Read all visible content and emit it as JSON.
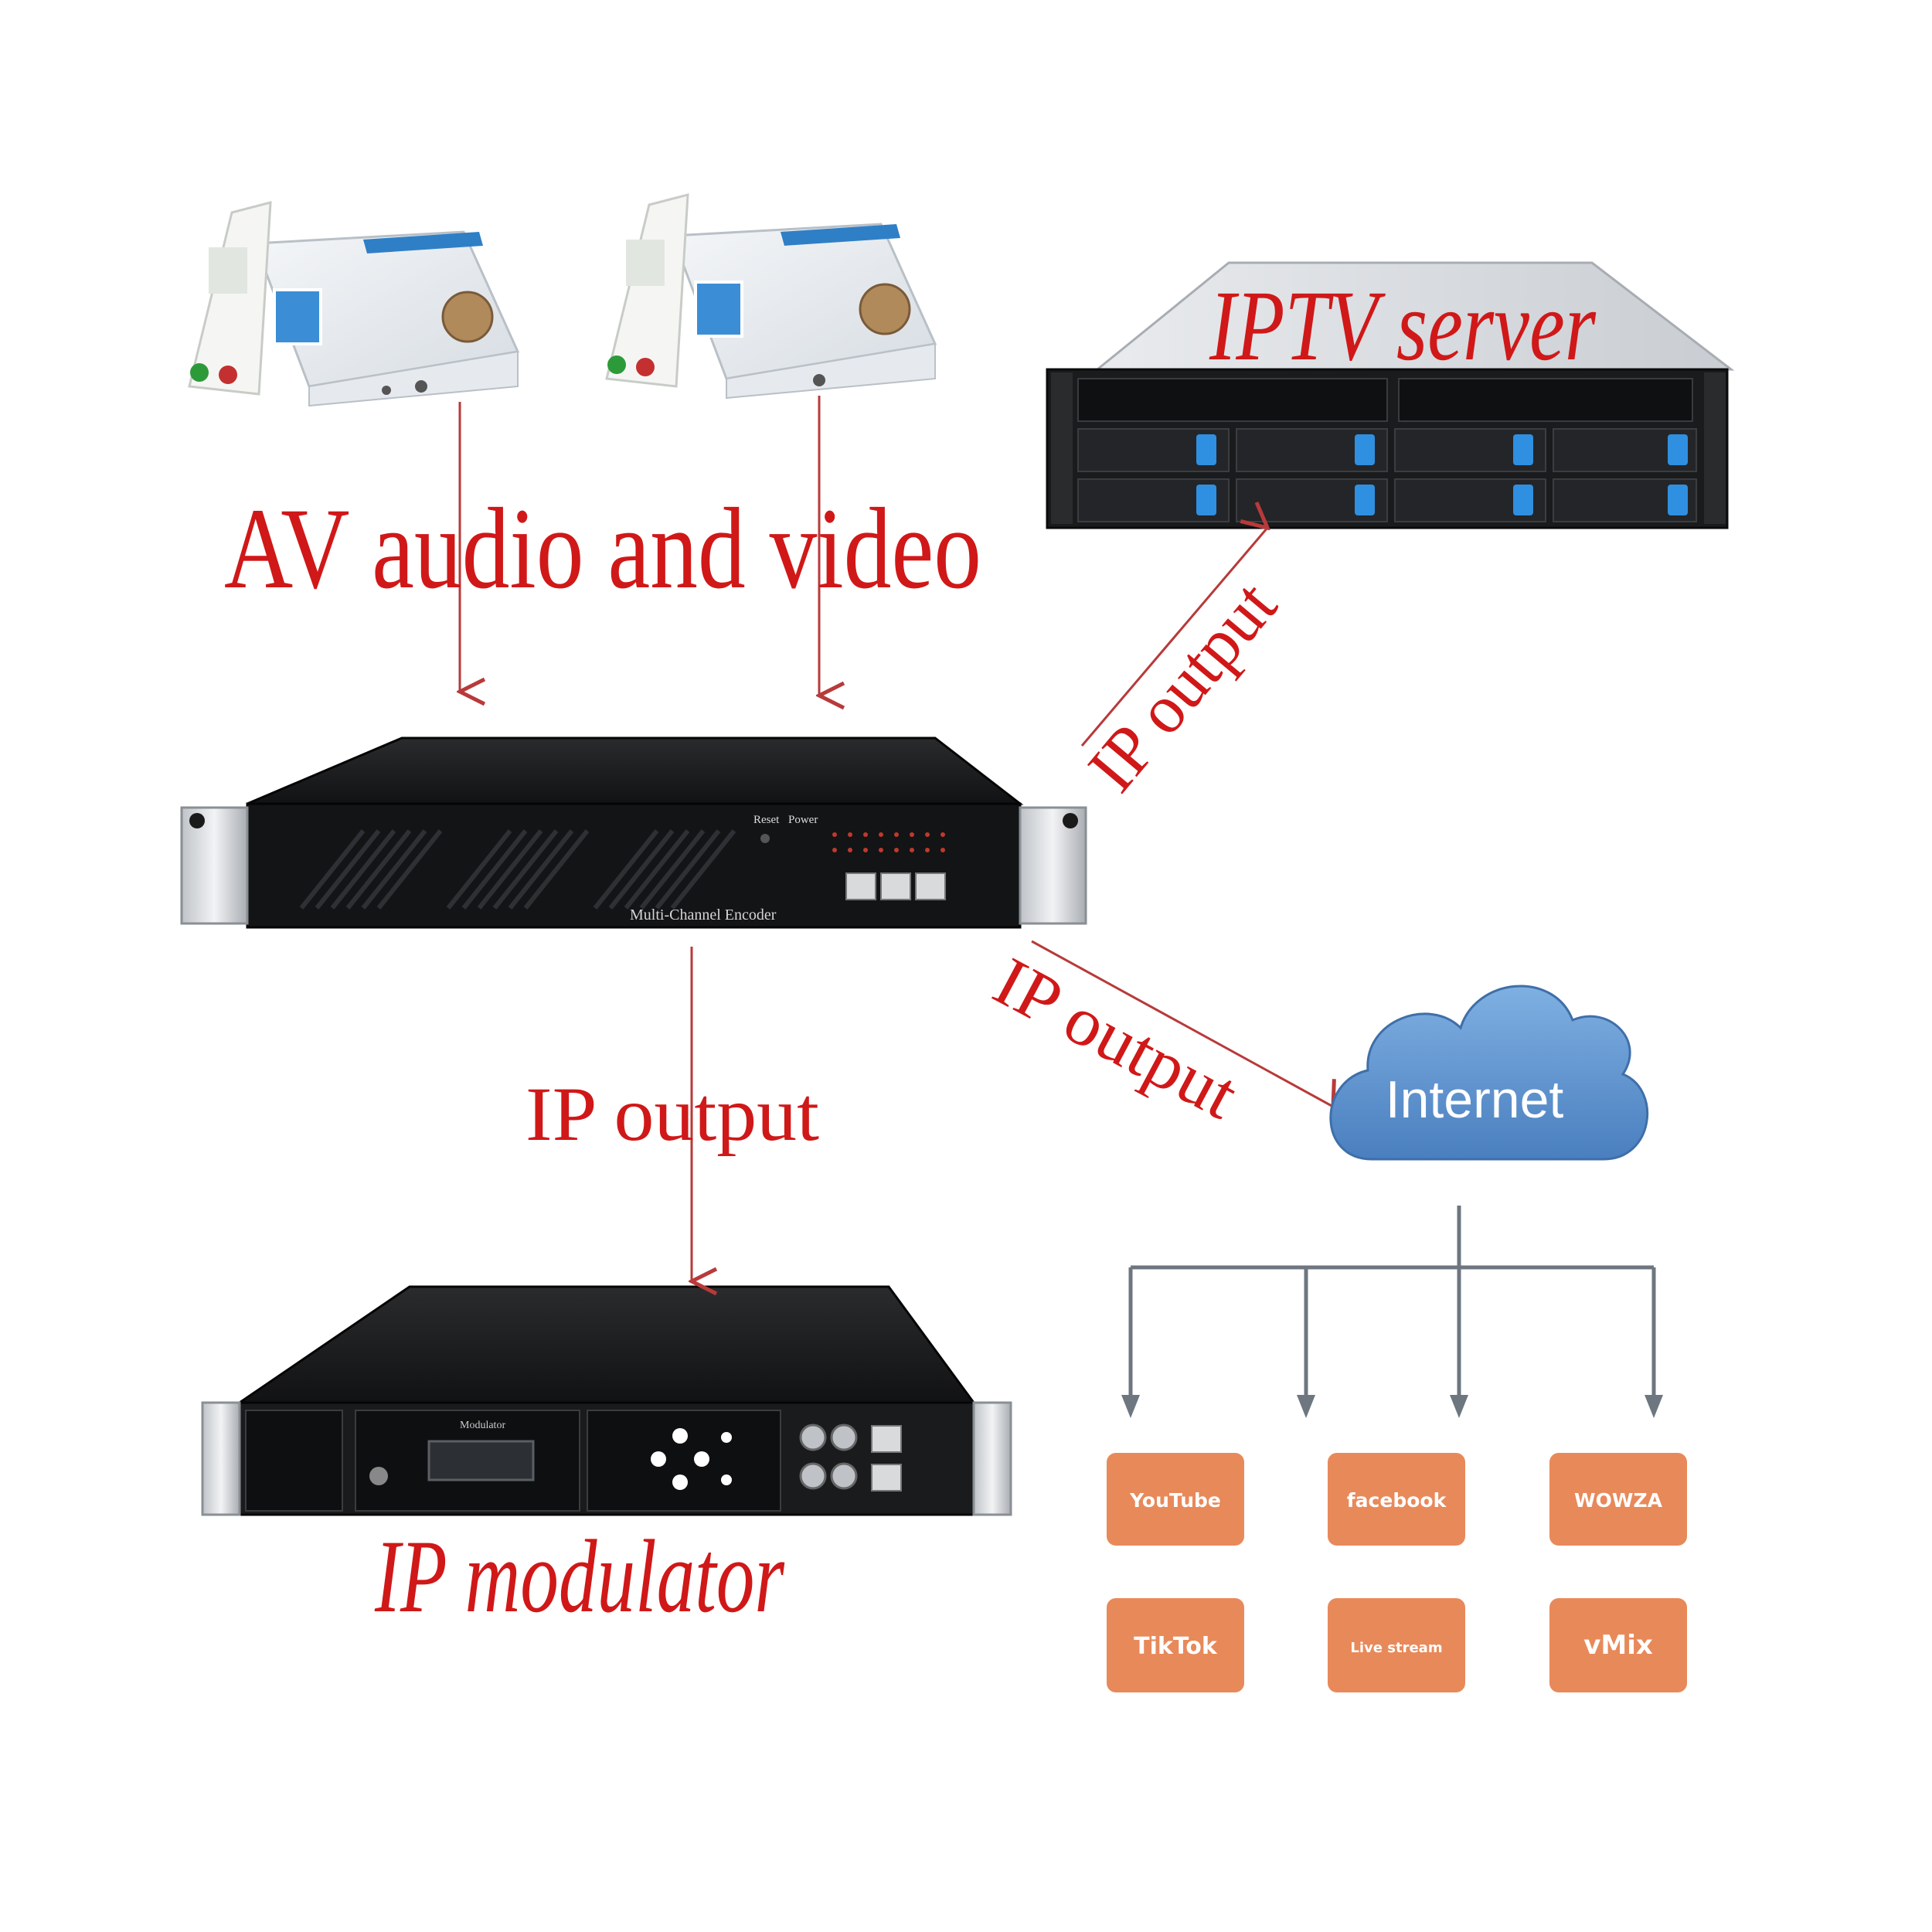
{
  "labels": {
    "av": "AV audio and video",
    "iptv_server": "IPTV server",
    "ip_output_server": "IP output",
    "ip_output_internet": "IP output",
    "ip_output_modulator": "IP output",
    "ip_modulator": "IP modulator"
  },
  "encoder": {
    "front_label": "Multi-Channel Encoder",
    "reset": "Reset",
    "power": "Power"
  },
  "modulator": {
    "front_label": "Modulator"
  },
  "internet": "Internet",
  "platforms": [
    {
      "label": "YouTube"
    },
    {
      "label": "facebook"
    },
    {
      "label": "WOWZA"
    },
    {
      "label": "TikTok"
    },
    {
      "label": "Live stream"
    },
    {
      "label": "vMix"
    }
  ],
  "colors": {
    "label_red": "#d01818",
    "arrow_red": "#b83a3a",
    "platform_orange": "#e8895a",
    "cloud_blue": "#5b8fc9",
    "tree_gray": "#6e7680"
  }
}
